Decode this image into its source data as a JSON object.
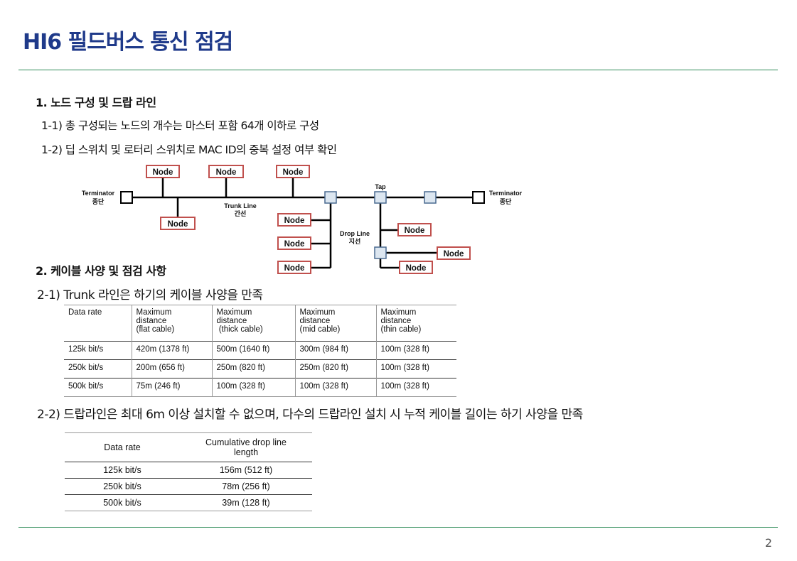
{
  "title": "HI6 필드버스 통신 점검",
  "section1": {
    "heading": "1. 노드 구성 및 드랍 라인",
    "item1": "1-1) 총 구성되는 노드의 개수는 마스터 포함 64개 이하로 구성",
    "item2": "1-2) 딥 스위치 및 로터리 스위치로 MAC ID의 중복 설정 여부 확인"
  },
  "diagram": {
    "node_label": "Node",
    "terminator_left": [
      "Terminator",
      "종단"
    ],
    "terminator_right": [
      "Terminator",
      "종단"
    ],
    "trunk_label": [
      "Trunk Line",
      "간선"
    ],
    "drop_label": [
      "Drop Line",
      "지선"
    ],
    "tap_label": "Tap"
  },
  "section2": {
    "heading": "2. 케이블 사양 및 점검 사항",
    "item1": "2-1) Trunk 라인은 하기의 케이블 사양을 만족",
    "item2": "2-2) 드랍라인은 최대 6m 이상 설치할 수 없으며, 다수의 드랍라인 설치 시 누적 케이블 길이는 하기 사양을 만족"
  },
  "table1": {
    "headers": [
      [
        "Data rate"
      ],
      [
        "Maximum",
        "distance",
        "(flat cable)"
      ],
      [
        "Maximum",
        "distance",
        " (thick cable)"
      ],
      [
        "Maximum",
        "distance",
        "(mid cable)"
      ],
      [
        "Maximum",
        "distance",
        "(thin cable)"
      ]
    ],
    "rows": [
      [
        "125k bit/s",
        "420m (1378 ft)",
        "500m (1640 ft)",
        "300m (984 ft)",
        "100m (328 ft)"
      ],
      [
        "250k bit/s",
        "200m (656 ft)",
        "250m (820 ft)",
        "250m (820 ft)",
        "100m (328 ft)"
      ],
      [
        "500k bit/s",
        "75m (246 ft)",
        "100m (328 ft)",
        "100m (328 ft)",
        "100m (328 ft)"
      ]
    ]
  },
  "table2": {
    "headers": [
      [
        "Data rate"
      ],
      [
        "Cumulative drop line",
        "length"
      ]
    ],
    "rows": [
      [
        "125k bit/s",
        "156m (512 ft)"
      ],
      [
        "250k bit/s",
        "78m (256 ft)"
      ],
      [
        "500k bit/s",
        "39m (128 ft)"
      ]
    ]
  },
  "page_number": "2",
  "colors": {
    "title": "#1f3a8a",
    "rule": "#2e8b57",
    "node_border": "#c0504d",
    "tap_fill": "#dce6f0"
  }
}
